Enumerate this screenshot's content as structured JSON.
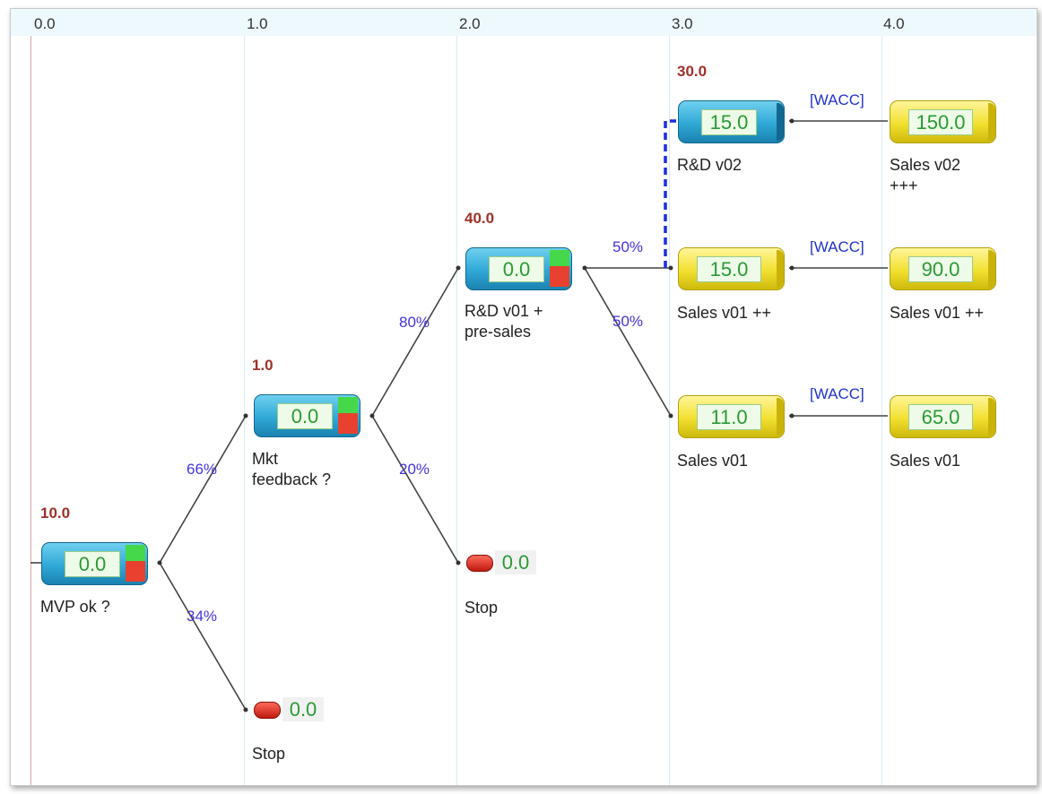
{
  "axis_ticks": [
    "0.0",
    "1.0",
    "2.0",
    "3.0",
    "4.0"
  ],
  "nodes": {
    "mvp": {
      "header": "10.0",
      "value": "0.0",
      "label": "MVP ok ?"
    },
    "mkt": {
      "header": "1.0",
      "value": "0.0",
      "label_line1": "Mkt",
      "label_line2": "feedback ?"
    },
    "rd01": {
      "header": "40.0",
      "value": "0.0",
      "label_line1": "R&D v01 +",
      "label_line2": "pre-sales"
    },
    "rd02": {
      "header": "30.0",
      "value": "15.0",
      "label": "R&D v02"
    },
    "sales02": {
      "value": "150.0",
      "label_line1": "Sales v02",
      "label_line2": "+++"
    },
    "sales01pp_a": {
      "value": "15.0",
      "label": "Sales v01 ++"
    },
    "sales01pp_b": {
      "value": "90.0",
      "label": "Sales v01 ++"
    },
    "sales01_a": {
      "value": "11.0",
      "label": "Sales v01"
    },
    "sales01_b": {
      "value": "65.0",
      "label": "Sales v01"
    },
    "stop1": {
      "value": "0.0",
      "label": "Stop"
    },
    "stop2": {
      "value": "0.0",
      "label": "Stop"
    }
  },
  "probabilities": {
    "mvp_yes": "66%",
    "mvp_no": "34%",
    "mkt_yes": "80%",
    "mkt_no": "20%",
    "rd_up": "50%",
    "rd_down": "50%"
  },
  "wacc_label": "[WACC]",
  "colors": {
    "decision_node": "#2fa8d6",
    "outcome_node": "#f2e030",
    "header_text": "#a0302a",
    "probability_text": "#4433dd",
    "value_text": "#2a9a35",
    "stop_node": "#d22a1e",
    "option_link": "#1a2ee0"
  }
}
